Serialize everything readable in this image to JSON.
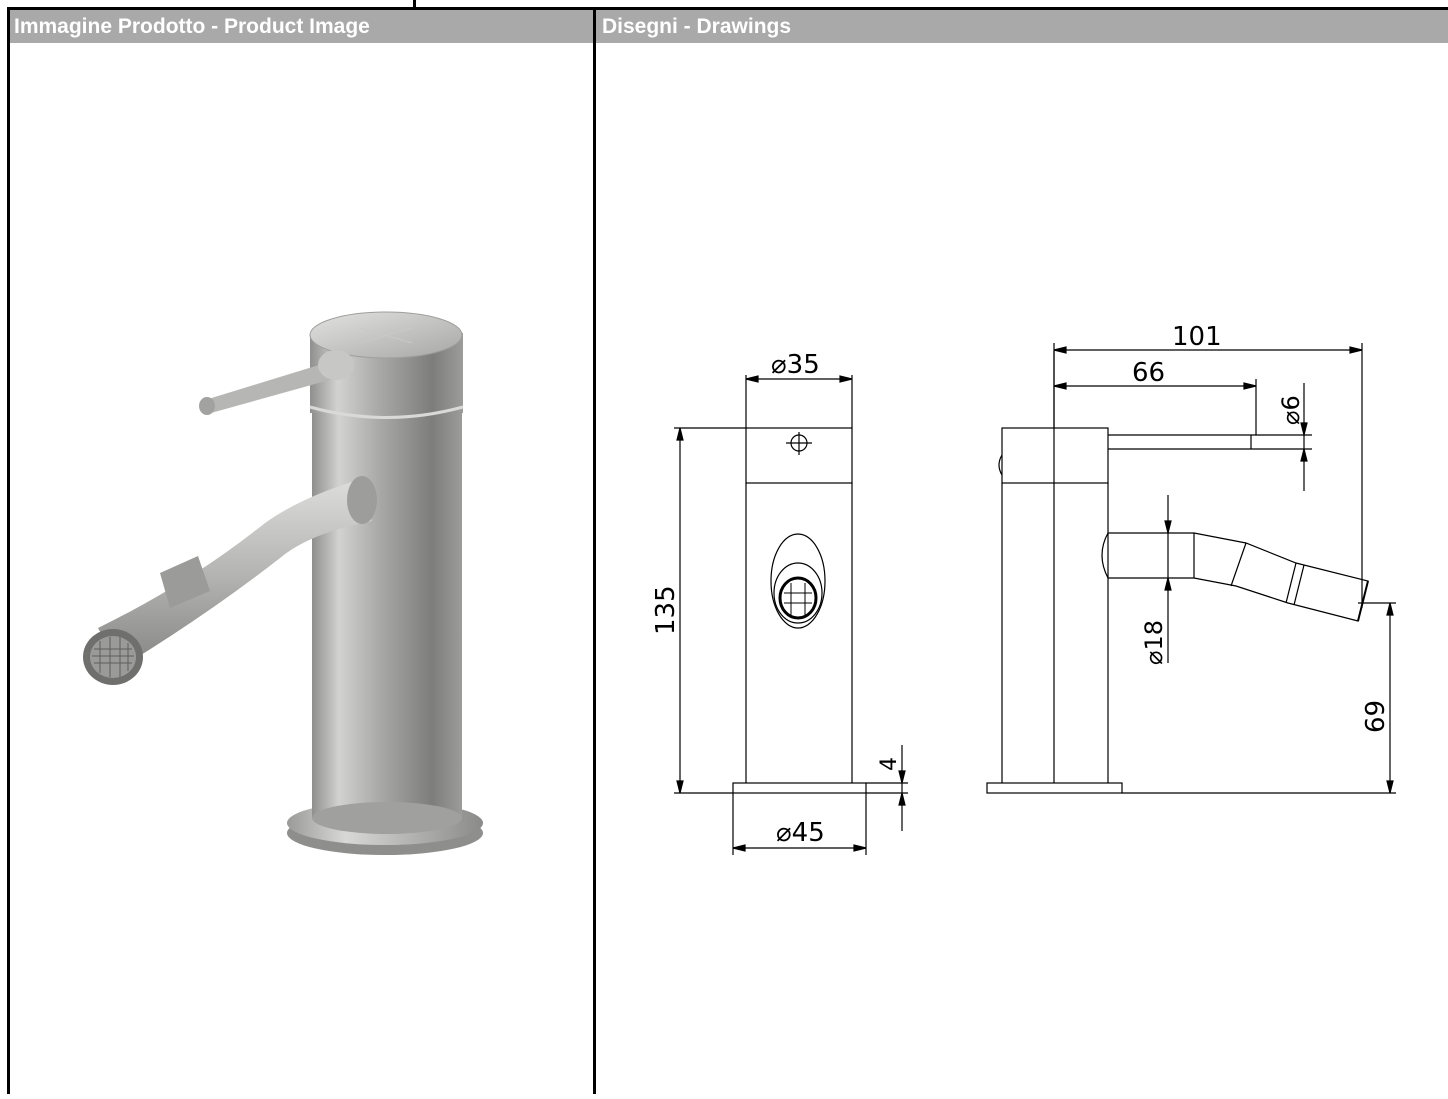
{
  "sheet": {
    "product_image_header": "Immagine Prodotto - Product Image",
    "drawings_header": "Disegni - Drawings"
  },
  "drawing": {
    "dims": {
      "base_diameter": "⌀45",
      "body_diameter": "⌀35",
      "total_height": "135",
      "base_thickness": "4",
      "total_depth": "101",
      "lever_reach": "66",
      "lever_diameter": "⌀6",
      "spout_diameter": "⌀18",
      "spout_height": "69"
    }
  },
  "colors": {
    "header_bg": "#a9a9a9",
    "header_text": "#ffffff",
    "border": "#000000",
    "metal": "#b8b8b6"
  },
  "image": {
    "subject": "brushed stainless steel bidet mixer with swivel aerated spout and side lever"
  }
}
